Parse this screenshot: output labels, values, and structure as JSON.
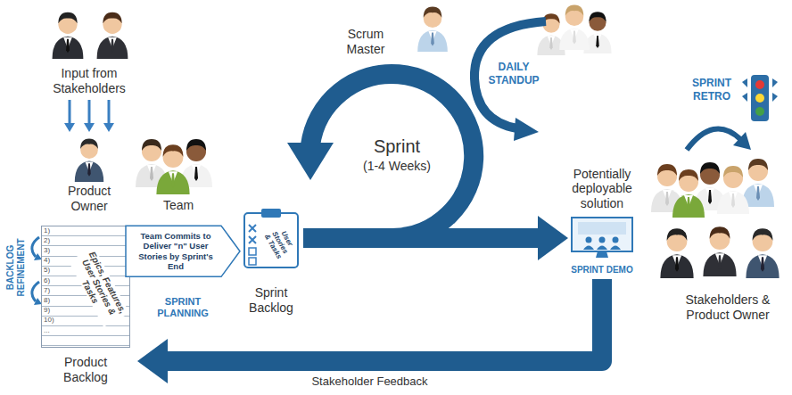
{
  "diagram": {
    "nodes": [
      {
        "text": [
          "Epics, Features, User Stories & Tasks",
          "Product Backlog"
        ]
      },
      {
        "text": [
          "Team Commits to Deliver \"n\" User Stories by Sprint's End",
          "SPRINT PLANNING"
        ]
      },
      {
        "text": [
          "User Stories & Tasks",
          "Sprint Backlog"
        ]
      },
      {
        "text": [
          "Potentially deployable solution",
          "SPRINT DEMO"
        ]
      }
    ],
    "edges": [
      {
        "from": 2,
        "to": 3,
        "arrow": "to"
      },
      {
        "from": 3,
        "to": 0,
        "label": "Stakeholder Feedback",
        "arrow": "to"
      }
    ],
    "labels": [
      "Input from Stakeholders",
      "Product Owner",
      "Team",
      "Scrum Master",
      "DAILY STANDUP",
      "Sprint",
      "(1-4 Weeks)",
      "SPRINT RETRO",
      "Stakeholders & Product Owner",
      "BACKLOG REFINEMENT",
      "1)",
      "2)",
      "3)",
      "4)",
      "5)",
      "6)",
      "7)",
      "8)",
      "9)",
      "10)",
      "..."
    ]
  }
}
